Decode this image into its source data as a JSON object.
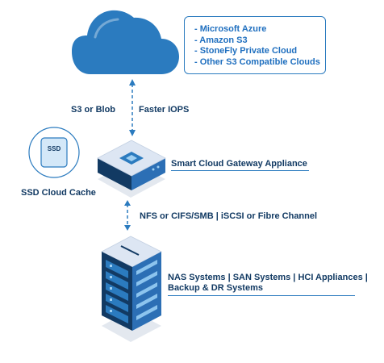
{
  "clouds": {
    "items": [
      "- Microsoft Azure",
      "- Amazon S3",
      "- StoneFly Private Cloud",
      "- Other S3 Compatible Clouds"
    ]
  },
  "link_top": {
    "left_label": "S3 or Blob",
    "right_label": "Faster IOPS"
  },
  "cache": {
    "chip_label": "SSD",
    "caption": "SSD Cloud Cache"
  },
  "gateway": {
    "label": "Smart Cloud Gateway Appliance"
  },
  "link_bottom": {
    "label": "NFS or CIFS/SMB | iSCSI or Fibre Channel"
  },
  "storage": {
    "line1": "NAS Systems | SAN Systems | HCI Appliances |",
    "line2": "Backup & DR Systems"
  },
  "colors": {
    "cloud": "#2b7bbf",
    "dark_blue": "#123a63",
    "appliance_top": "#dde6f3",
    "server_front": "#2c6fb5",
    "ssd_fill": "#d4e8f8"
  }
}
